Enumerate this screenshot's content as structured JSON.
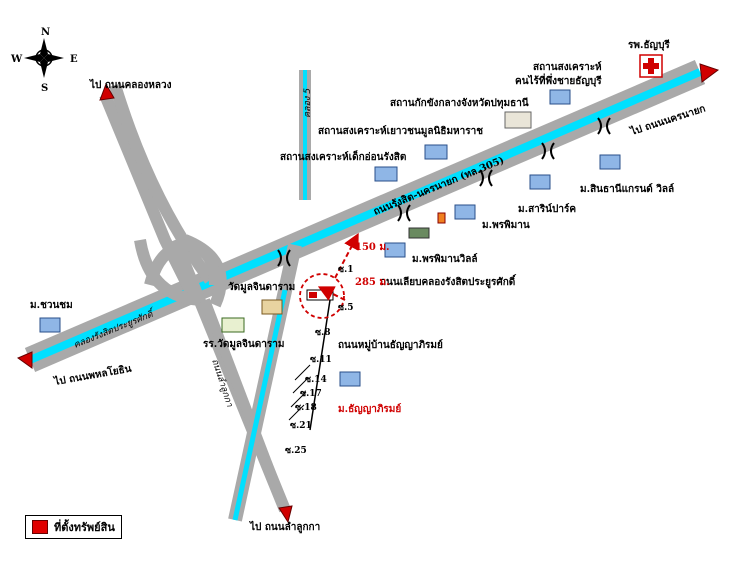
{
  "compass": {
    "n": "N",
    "s": "S",
    "e": "E",
    "w": "W"
  },
  "labels": {
    "to_khlong_luang": "ไป ถนนคลองหลวง",
    "to_phahon": "ไป ถนนพหลโยธิน",
    "to_nakhon_nayok": "ไป ถนนนครนายก",
    "to_lam_luk_ka": "ไป ถนนลำลูกกา",
    "rangsit_nakhon_nayok_rd": "ถนนรังสิต-นครนายก (ทล.305)",
    "khlong_rangsit_rd": "คลองรังสิตประยูรศักดิ์",
    "khlong5": "คลอง 5",
    "lam_luk_ka_rd": "ถนนลำลูกกา",
    "hospital": "รพ.ธัญบุรี",
    "welfare_disabled": "สถานสงเคราะห์\nคนไร้ที่พึ่งชายธัญบุรี",
    "detention": "สถานกักขังกลางจังหวัดปทุมธานี",
    "youth_welfare": "สถานสงเคราะห์เยาวชนมูลนิธิมหาราช",
    "infant_welfare": "สถานสงเคราะห์เด็กอ่อนรังสิต",
    "sinthani": "ม.สินธานีแกรนด์ วิลล์",
    "saripark": "ม.สาริน์ปาร์ค",
    "phonphiman": "ม.พรพิมาน",
    "phonphiman_ville": "ม.พรพิมานวิลล์",
    "chuanchom": "ม.ชวนชม",
    "wat_mun": "วัดมูลจินดาราม",
    "school_wat_mun": "รร.วัดมูลจินดาราม",
    "thanya_phirom": "ม.ธัญญาภิรมย์",
    "thanya_rd": "ถนนหมู่บ้านธัญญาภิรมย์",
    "parallel_rd": "ถนนเลียบคลองรังสิตประยูรศักดิ์",
    "dist_150": "150 ม.",
    "dist_285": "285 ม.",
    "soi1": "ซ.1",
    "soi5": "ซ.5",
    "soi8": "ซ.8",
    "soi11": "ซ.11",
    "soi14": "ซ.14",
    "soi17": "ซ.17",
    "soi18": "ซ.18",
    "soi21": "ซ.21",
    "soi25": "ซ.25"
  },
  "legend": {
    "label": "ที่ตั้งทรัพย์สิน",
    "color": "#e00000"
  },
  "colors": {
    "road": "#a9a9a9",
    "canal": "#00e0ff",
    "marker": "#d00000",
    "arrow": "#d00000"
  }
}
